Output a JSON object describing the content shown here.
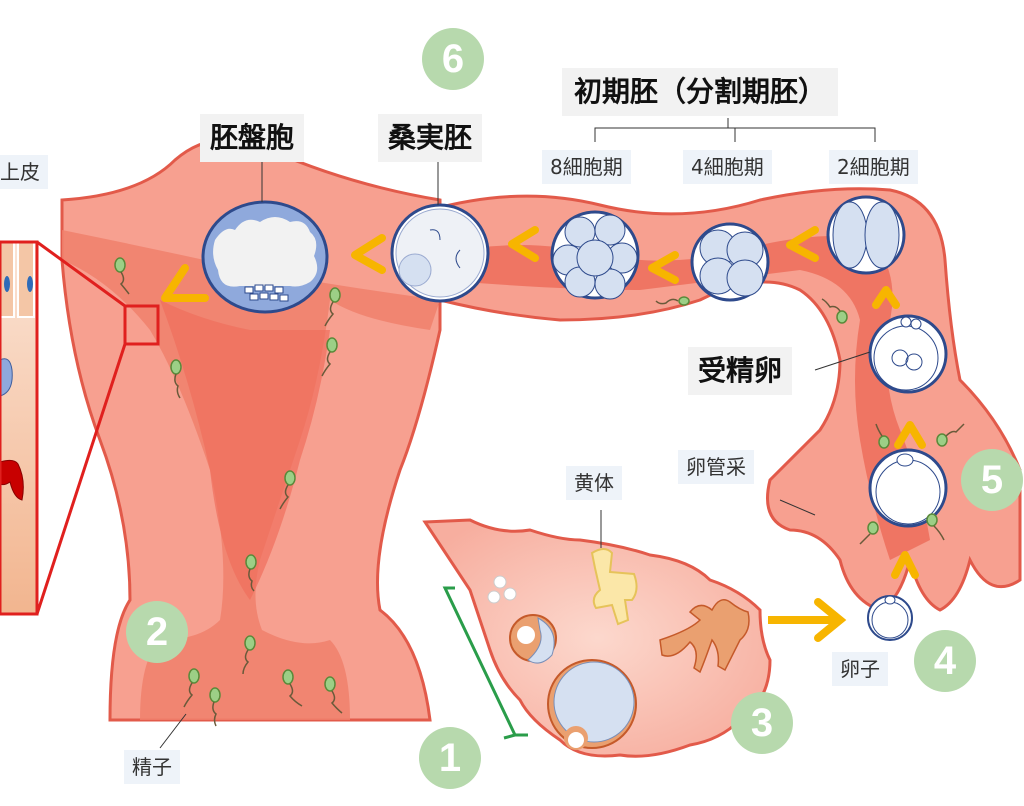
{
  "title": "受精から着床までの流れ",
  "colors": {
    "tissue": "#f7a090",
    "tissue_dark": "#ec6a58",
    "tissue_outline": "#e25a4a",
    "cavity": "#f0806c",
    "embryo_fill": "#d5e0f1",
    "embryo_outline": "#2e4a8c",
    "arrow": "#f7b500",
    "sperm": "#9ccf86",
    "badge": "#b7d9ad",
    "callout_box": "#e0201e",
    "ovary": "#f9c4b8",
    "corpus_luteum": "#fbe7a8",
    "follicle_orange": "#eaa070",
    "bracket": "#2a9d4a"
  },
  "labels": {
    "epithelium_partial": "上皮",
    "blastocyst": "胚盤胞",
    "morula": "桑実胚",
    "early_embryo": "初期胚（分割期胚）",
    "cell8": "8細胞期",
    "cell4": "4細胞期",
    "cell2": "2細胞期",
    "fertilized_egg": "受精卵",
    "fimbriae": "卵管采",
    "corpus_luteum": "黄体",
    "egg": "卵子",
    "sperm": "精子"
  },
  "steps": [
    {
      "number": "1",
      "meaning": "follicle-maturation"
    },
    {
      "number": "2",
      "meaning": "sperm-entry"
    },
    {
      "number": "3",
      "meaning": "ovulation"
    },
    {
      "number": "4",
      "meaning": "egg-capture"
    },
    {
      "number": "5",
      "meaning": "fertilization"
    },
    {
      "number": "6",
      "meaning": "implantation-migration"
    }
  ]
}
